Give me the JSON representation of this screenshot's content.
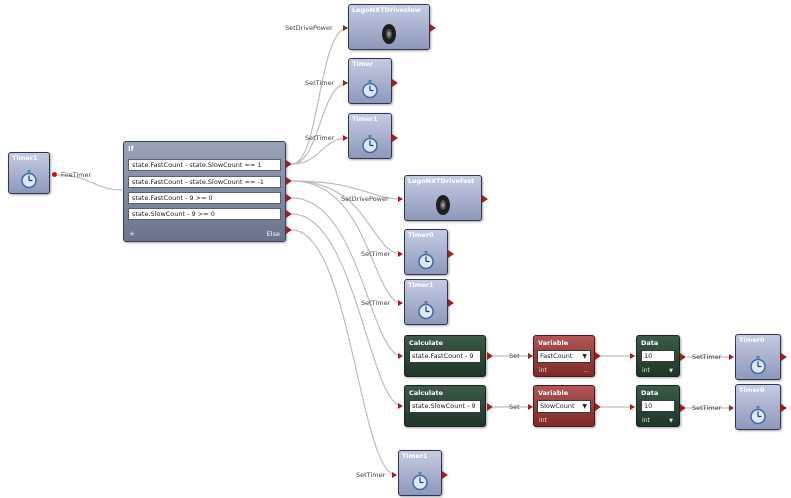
{
  "diagram": {
    "timer_source": {
      "title": "Timer1",
      "icon": "stopwatch-icon",
      "output_label": "FireTimer"
    },
    "if_block": {
      "title": "If",
      "conditions": [
        "state.FastCount - state.SlowCount == 1",
        "state.FastCount - state.SlowCount == -1",
        "state.FastCount - 9 >= 0",
        "state.SlowCount - 9 >= 0"
      ],
      "add_label": "+",
      "else_label": "Else"
    },
    "branch1": {
      "drive": {
        "title": "LegoNXTDriveslow",
        "icon": "tire-icon",
        "label": "SetDrivePower"
      },
      "timer_a": {
        "title": "Timer",
        "icon": "stopwatch-icon",
        "label": "SetTimer"
      },
      "timer_b": {
        "title": "Timer1",
        "icon": "stopwatch-icon",
        "label": "SetTimer"
      }
    },
    "branch2": {
      "drive": {
        "title": "LegoNXTDrivefast",
        "icon": "tire-icon",
        "label": "SetDrivePower"
      },
      "timer_a": {
        "title": "Timer0",
        "icon": "stopwatch-icon",
        "label": "SetTimer"
      },
      "timer_b": {
        "title": "Timer1",
        "icon": "stopwatch-icon",
        "label": "SetTimer"
      }
    },
    "branch3": {
      "calc": {
        "title": "Calculate",
        "expression": "state.FastCount - 9"
      },
      "set_label": "Set",
      "variable": {
        "title": "Variable",
        "value": "FastCount",
        "type": "int",
        "more": "..."
      },
      "data": {
        "title": "Data",
        "value": "10",
        "type": "int"
      },
      "set_timer_label": "SetTimer",
      "timer": {
        "title": "Timer0",
        "icon": "stopwatch-icon"
      }
    },
    "branch4": {
      "calc": {
        "title": "Calculate",
        "expression": "state.SlowCount - 9"
      },
      "set_label": "Set",
      "variable": {
        "title": "Variable",
        "value": "SlowCount",
        "type": "int"
      },
      "data": {
        "title": "Data",
        "value": "10",
        "type": "int"
      },
      "set_timer_label": "SetTimer",
      "timer": {
        "title": "Timer0",
        "icon": "stopwatch-icon"
      }
    },
    "else_branch": {
      "timer": {
        "title": "Timer1",
        "icon": "stopwatch-icon",
        "label": "SetTimer"
      }
    }
  }
}
